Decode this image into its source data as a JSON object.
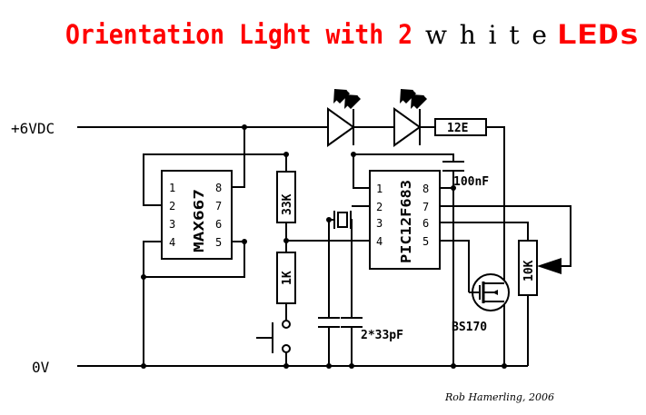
{
  "title": {
    "part1": "Orientation Light with 2",
    "part2": "white",
    "part3": "LEDs"
  },
  "rails": {
    "vcc": "+6VDC",
    "gnd": "0V"
  },
  "max667": {
    "name": "MAX667",
    "pins_left": [
      "1",
      "2",
      "3",
      "4"
    ],
    "pins_right": [
      "8",
      "7",
      "6",
      "5"
    ]
  },
  "pic": {
    "name": "PIC12F683",
    "pins_left": [
      "1",
      "2",
      "3",
      "4"
    ],
    "pins_right": [
      "8",
      "7",
      "6",
      "5"
    ]
  },
  "components": {
    "r_33k": "33K",
    "r_1k": "1K",
    "r_12e": "12E",
    "pot_10k": "10K",
    "c_100nf": "100nF",
    "c_33pf": "2*33pF",
    "fet": "BS170"
  },
  "credit": "Rob Hamerling, 2006"
}
